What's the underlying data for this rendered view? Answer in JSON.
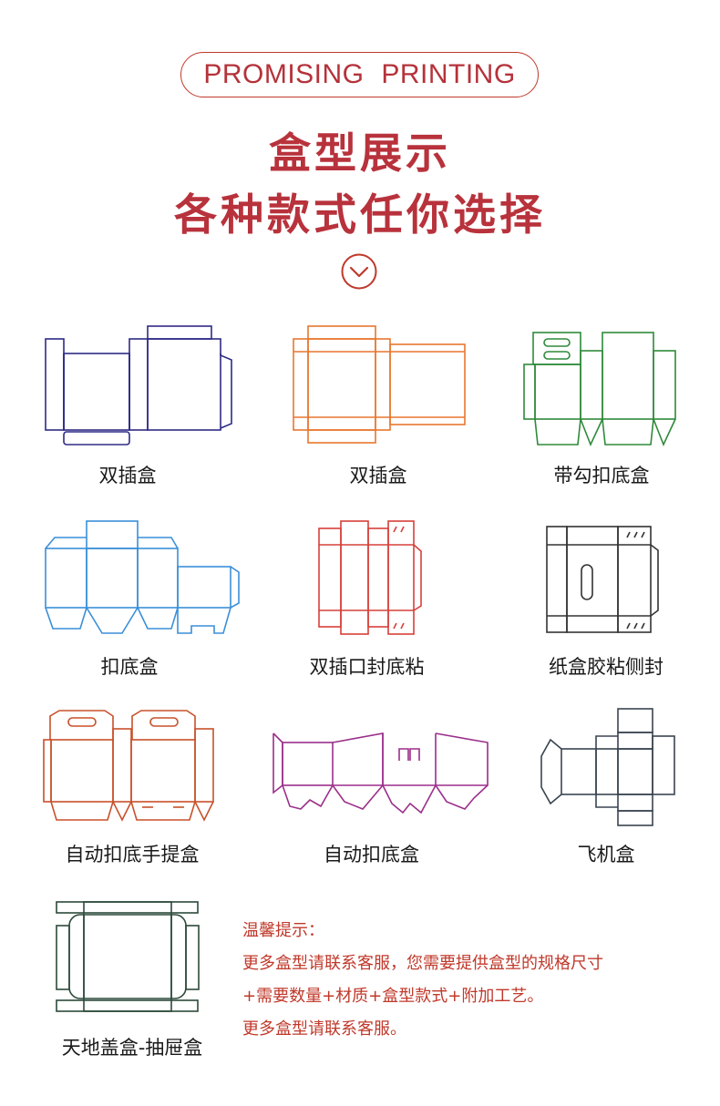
{
  "header": {
    "tagline": "PROMISING  PRINTING",
    "title_line1": "盒型展示",
    "title_line2": "各种款式任你选择",
    "accent_color": "#b8323c",
    "chevron_icon": "chevron-down-circle-icon"
  },
  "boxes": [
    {
      "caption": "双插盒",
      "color": "#2e2a86"
    },
    {
      "caption": "双插盒",
      "color": "#e8772e"
    },
    {
      "caption": "带勾扣底盒",
      "color": "#2f8a3a"
    },
    {
      "caption": "扣底盒",
      "color": "#3a8fd8"
    },
    {
      "caption": "双插口封底粘",
      "color": "#d6403a"
    },
    {
      "caption": "纸盒胶粘侧封",
      "color": "#333333"
    },
    {
      "caption": "自动扣底手提盒",
      "color": "#c8502a"
    },
    {
      "caption": "自动扣底盒",
      "color": "#9b2f8a"
    },
    {
      "caption": "飞机盒",
      "color": "#3a4450"
    },
    {
      "caption": "天地盖盒-抽屉盒",
      "color": "#2c4a3a"
    }
  ],
  "tips": {
    "heading": "温馨提示：",
    "line1": "更多盒型请联系客服，您需要提供盒型的规格尺寸",
    "line2": "+需要数量+材质+盒型款式+附加工艺。",
    "line3": "更多盒型请联系客服。"
  }
}
